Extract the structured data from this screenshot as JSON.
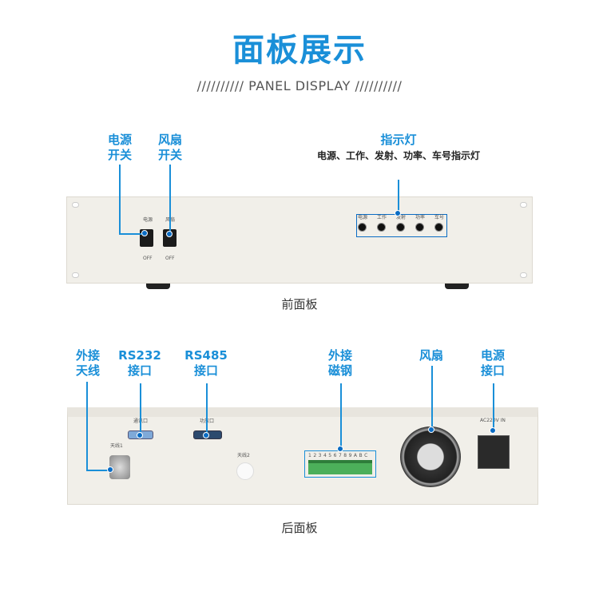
{
  "header": {
    "title": "面板展示",
    "subtitle": "////////// PANEL DISPLAY //////////"
  },
  "front": {
    "caption": "前面板",
    "callouts": {
      "power_switch": [
        "电源",
        "开关"
      ],
      "fan_switch": [
        "风扇",
        "开关"
      ],
      "indicator": "指示灯",
      "indicator_desc": "电源、工作、发射、功率、车号指示灯"
    },
    "switch_labels": [
      "电源",
      "风扇"
    ],
    "switch_off": [
      "OFF",
      "OFF"
    ],
    "indicators": [
      "电源",
      "工作",
      "发射",
      "功率",
      "车号"
    ]
  },
  "rear": {
    "caption": "后面板",
    "callouts": {
      "antenna": [
        "外接",
        "天线"
      ],
      "rs232": [
        "RS232",
        "接口"
      ],
      "rs485": [
        "RS485",
        "接口"
      ],
      "magnet": [
        "外接",
        "磁钢"
      ],
      "fan": [
        "风扇"
      ],
      "power": [
        "电源",
        "接口"
      ]
    },
    "port_labels": {
      "comm": "通讯口",
      "amp": "功放口",
      "ant1": "天线1",
      "ant2": "天线2",
      "ac": "AC220V IN"
    },
    "terminal_pins": "1 2 3 4 5 6 7 8 9 A B C"
  },
  "colors": {
    "accent": "#1a8fd8"
  }
}
